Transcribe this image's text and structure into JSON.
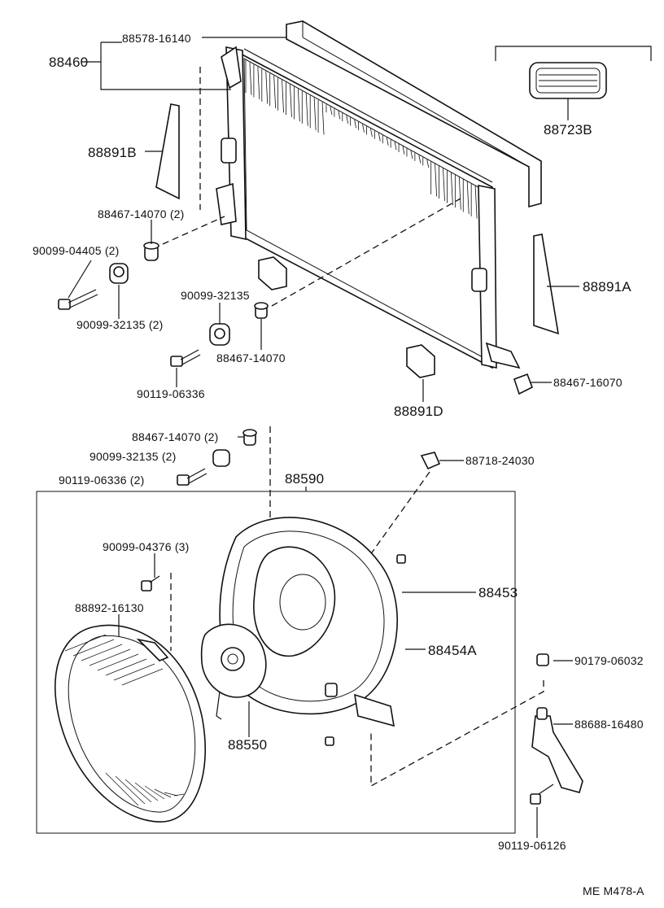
{
  "labels": {
    "p88460": "88460",
    "p88578_16140": "88578-16140",
    "p88723b": "88723B",
    "p88891b": "88891B",
    "p88467_14070_2_top": "88467-14070 (2)",
    "p90099_04405": "90099-04405 (2)",
    "p90099_32135_2_left": "90099-32135 (2)",
    "p90099_32135": "90099-32135",
    "p88467_14070": "88467-14070",
    "p90119_06336": "90119-06336",
    "p88891d": "88891D",
    "p88891a": "88891A",
    "p88467_16070": "88467-16070",
    "p88467_14070_2_mid": "88467-14070 (2)",
    "p90099_32135_2_mid": "90099-32135 (2)",
    "p90119_06336_2": "90119-06336 (2)",
    "p88590": "88590",
    "p88718_24030": "88718-24030",
    "p90099_04376": "90099-04376 (3)",
    "p88892_16130": "88892-16130",
    "p88453": "88453",
    "p88454a": "88454A",
    "p88550": "88550",
    "p90179_06032": "90179-06032",
    "p88688_16480": "88688-16480",
    "p90119_06126": "90119-06126",
    "doc_code": "ME M478-A"
  }
}
